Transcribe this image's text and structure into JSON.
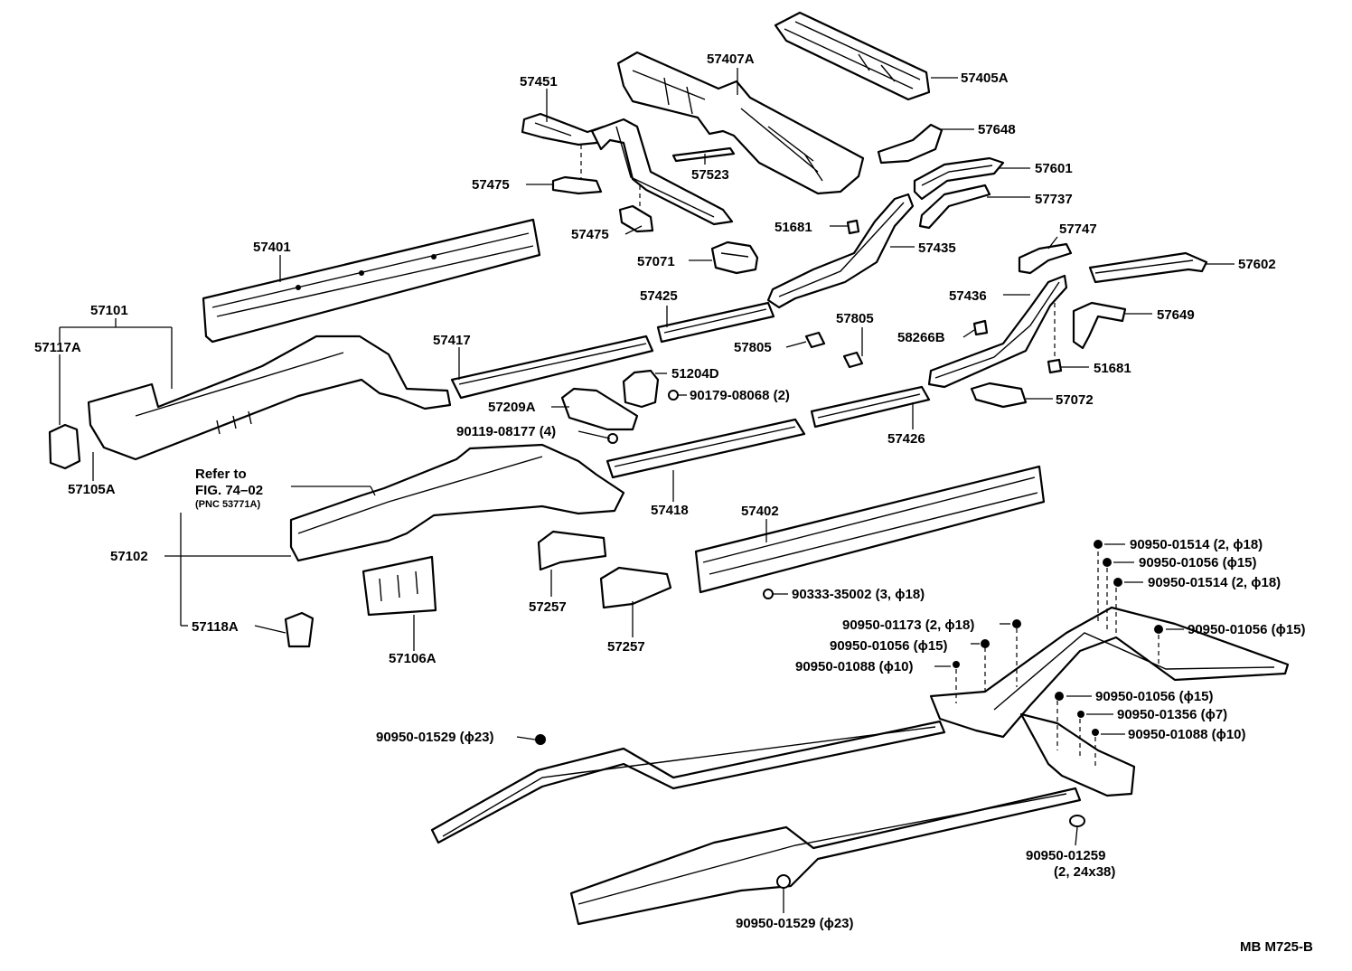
{
  "labels": {
    "p57405A": "57405A",
    "p57407A": "57407A",
    "p57451": "57451",
    "p57648": "57648",
    "p57601": "57601",
    "p57523": "57523",
    "p57475a": "57475",
    "p57475b": "57475",
    "p57737": "57737",
    "p51681a": "51681",
    "p57435": "57435",
    "p57747": "57747",
    "p57401": "57401",
    "p57071": "57071",
    "p57602": "57602",
    "p57101": "57101",
    "p57425": "57425",
    "p57436": "57436",
    "p57649": "57649",
    "p57117A": "57117A",
    "p57805a": "57805",
    "p57805b": "57805",
    "p58266B": "58266B",
    "p57417": "57417",
    "p51681b": "51681",
    "p51204D": "51204D",
    "p57209A": "57209A",
    "p90179": "90179-08068 (2)",
    "p57072": "57072",
    "p90119": "90119-08177 (4)",
    "p57426": "57426",
    "p57105A": "57105A",
    "refer1": "Refer to",
    "refer2": "FIG. 74–02",
    "refer3": "(PNC 53771A)",
    "p57418": "57418",
    "p57402": "57402",
    "p57102": "57102",
    "p90950_01514a": "90950-01514 (2, ϕ18)",
    "p90950_01056a": "90950-01056 (ϕ15)",
    "p90950_01514b": "90950-01514 (2, ϕ18)",
    "p57257a": "57257",
    "p90333": "90333-35002 (3, ϕ18)",
    "p57118A": "57118A",
    "p90950_01056b": "90950-01056 (ϕ15)",
    "p90950_01173": "90950-01173 (2, ϕ18)",
    "p57257b": "57257",
    "p90950_01056c": "90950-01056 (ϕ15)",
    "p57106A": "57106A",
    "p90950_01088a": "90950-01088 (ϕ10)",
    "p90950_01056d": "90950-01056 (ϕ15)",
    "p90950_01356": "90950-01356 (ϕ7)",
    "p90950_01529a": "90950-01529 (ϕ23)",
    "p90950_01088b": "90950-01088 (ϕ10)",
    "p90950_01259": "90950-01259",
    "p90950_01259b": "(2, 24x38)",
    "p90950_01529b": "90950-01529 (ϕ23)",
    "figure_code": "MB M725-B"
  }
}
